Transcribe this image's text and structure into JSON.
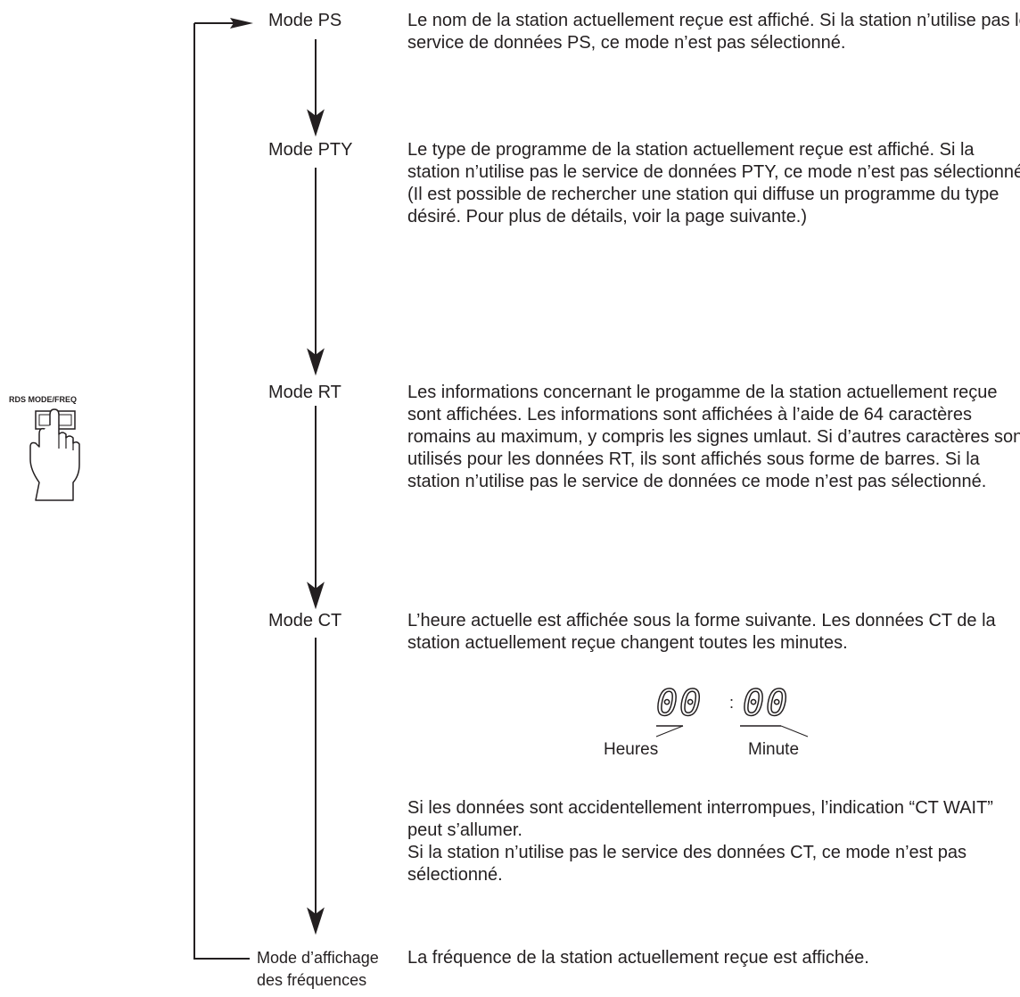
{
  "button": {
    "label": "RDS MODE/FREQ",
    "icon": "hand-pressing-button-icon"
  },
  "modes": [
    {
      "name": "Mode PS",
      "description": [
        "Le nom de la station actuellement reçue est affiché. Si la station n’utilise pas le service de données PS, ce mode n’est pas sélectionné."
      ]
    },
    {
      "name": "Mode PTY",
      "description": [
        "Le type de programme de la station actuellement reçue est affiché. Si la station n’utilise pas le service de données PTY, ce mode n’est pas sélectionné.",
        "(Il est possible de rechercher une station qui diffuse un programme du type désiré. Pour plus de détails, voir la page suivante.)"
      ]
    },
    {
      "name": "Mode RT",
      "description": [
        "Les informations concernant le progamme de la station actuellement reçue sont affichées. Les informations sont affichées à l’aide de 64 caractères romains au maximum, y compris les signes umlaut. Si d’autres caractères sont utilisés pour les données RT, ils sont affichés sous forme de barres. Si la station n’utilise pas le service de données ce mode n’est pas sélectionné."
      ]
    },
    {
      "name": "Mode CT",
      "description": [
        "L’heure actuelle est affichée sous la forme suivante. Les données CT de la station actuellement reçue changent toutes les minutes."
      ],
      "display": {
        "hours": "00",
        "separator": ":",
        "minutes": "00",
        "hours_label": "Heures",
        "minutes_label": "Minute"
      },
      "note": [
        "Si les données sont accidentellement interrompues, l’indication “CT WAIT” peut s’allumer.",
        "Si la station n’utilise pas le service des données CT, ce mode n’est pas sélectionné."
      ]
    },
    {
      "name_lines": [
        "Mode d’affichage",
        "des fréquences"
      ],
      "description": [
        "La fréquence de la station actuellement reçue est affichée."
      ]
    }
  ]
}
